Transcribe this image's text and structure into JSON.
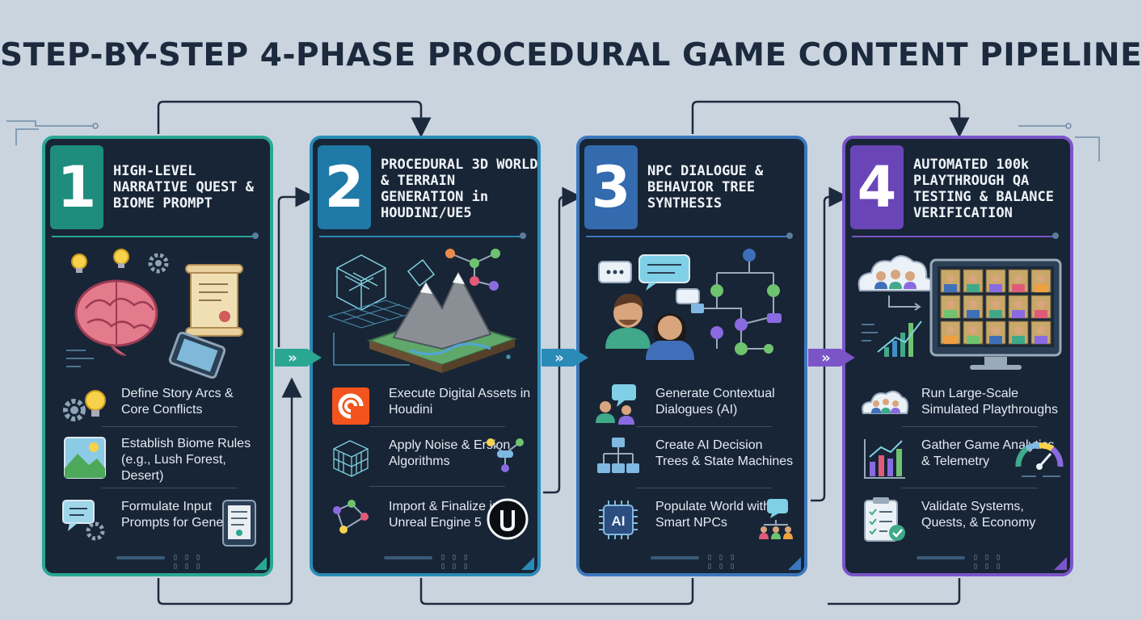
{
  "title": "STEP-BY-STEP 4-PHASE PROCEDURAL GAME CONTENT PIPELINE",
  "colors": {
    "background": "#c9d4df",
    "panel": "#182536",
    "phase1": "#2aa793",
    "phase2": "#2a8bb6",
    "phase3": "#3b77bd",
    "phase4": "#7b55c8",
    "title": "#1c2a3d"
  },
  "phases": [
    {
      "number": "1",
      "title": "HIGH-LEVEL NARRATIVE QUEST & BIOME PROMPT",
      "illustration": [
        "brain-icon",
        "lightbulb-icon",
        "gear-icon",
        "scroll-icon",
        "tablet-icon"
      ],
      "items": [
        {
          "icon": "gear-lightbulb-icon",
          "text": "Define Story Arcs & Core Conflicts"
        },
        {
          "icon": "landscape-icon",
          "text": "Establish Biome Rules (e.g., Lush Forest, Desert)"
        },
        {
          "icon": "chat-gear-icon",
          "text": "Formulate Input Prompts for Generation"
        }
      ],
      "extra_icon": "tablet-document-icon"
    },
    {
      "number": "2",
      "title": "PROCEDURAL 3D WORLD & TERRAIN GENERATION in HOUDINI/UE5",
      "illustration": [
        "wireframe-cube-icon",
        "node-graph-icon",
        "mountain-terrain-icon",
        "grid-icon"
      ],
      "items": [
        {
          "icon": "houdini-logo-icon",
          "text": "Execute Digital Assets in Houdini"
        },
        {
          "icon": "noise-cube-icon",
          "text": "Apply Noise & Ersion Algorithms"
        },
        {
          "icon": "node-network-icon",
          "text": "Import & Finalize in Unreal Engine 5"
        }
      ],
      "extra_icon": "unreal-logo-icon"
    },
    {
      "number": "3",
      "title": "NPC DIALOGUE & BEHAVIOR TREE SYNTHESIS",
      "illustration": [
        "speech-bubble-icon",
        "npc-man-icon",
        "npc-woman-icon",
        "behavior-tree-icon"
      ],
      "items": [
        {
          "icon": "people-chat-icon",
          "text": "Generate Contextual Dialogues (AI)"
        },
        {
          "icon": "decision-tree-icon",
          "text": "Create AI Decision Trees & State Machines"
        },
        {
          "icon": "ai-chip-icon",
          "text": "Populate World with Smart NPCs"
        }
      ],
      "extra_icon": "npc-group-icon"
    },
    {
      "number": "4",
      "title": "AUTOMATED 100k PLAYTHROUGH QA TESTING & BALANCE VERIFICATION",
      "illustration": [
        "cloud-users-icon",
        "monitor-grid-icon",
        "bar-chart-icon"
      ],
      "items": [
        {
          "icon": "cloud-users-icon",
          "text": "Run Large-Scale Simulated Playthroughs"
        },
        {
          "icon": "analytics-chart-icon",
          "text": "Gather Game Analytics & Telemetry"
        },
        {
          "icon": "checklist-icon",
          "text": "Validate Systems, Quests, & Economy"
        }
      ],
      "extra_icon": "gauge-icon"
    }
  ],
  "footer_code": "▯ ▯ ▯ ▯ ▯ ▯",
  "chevron": "»"
}
